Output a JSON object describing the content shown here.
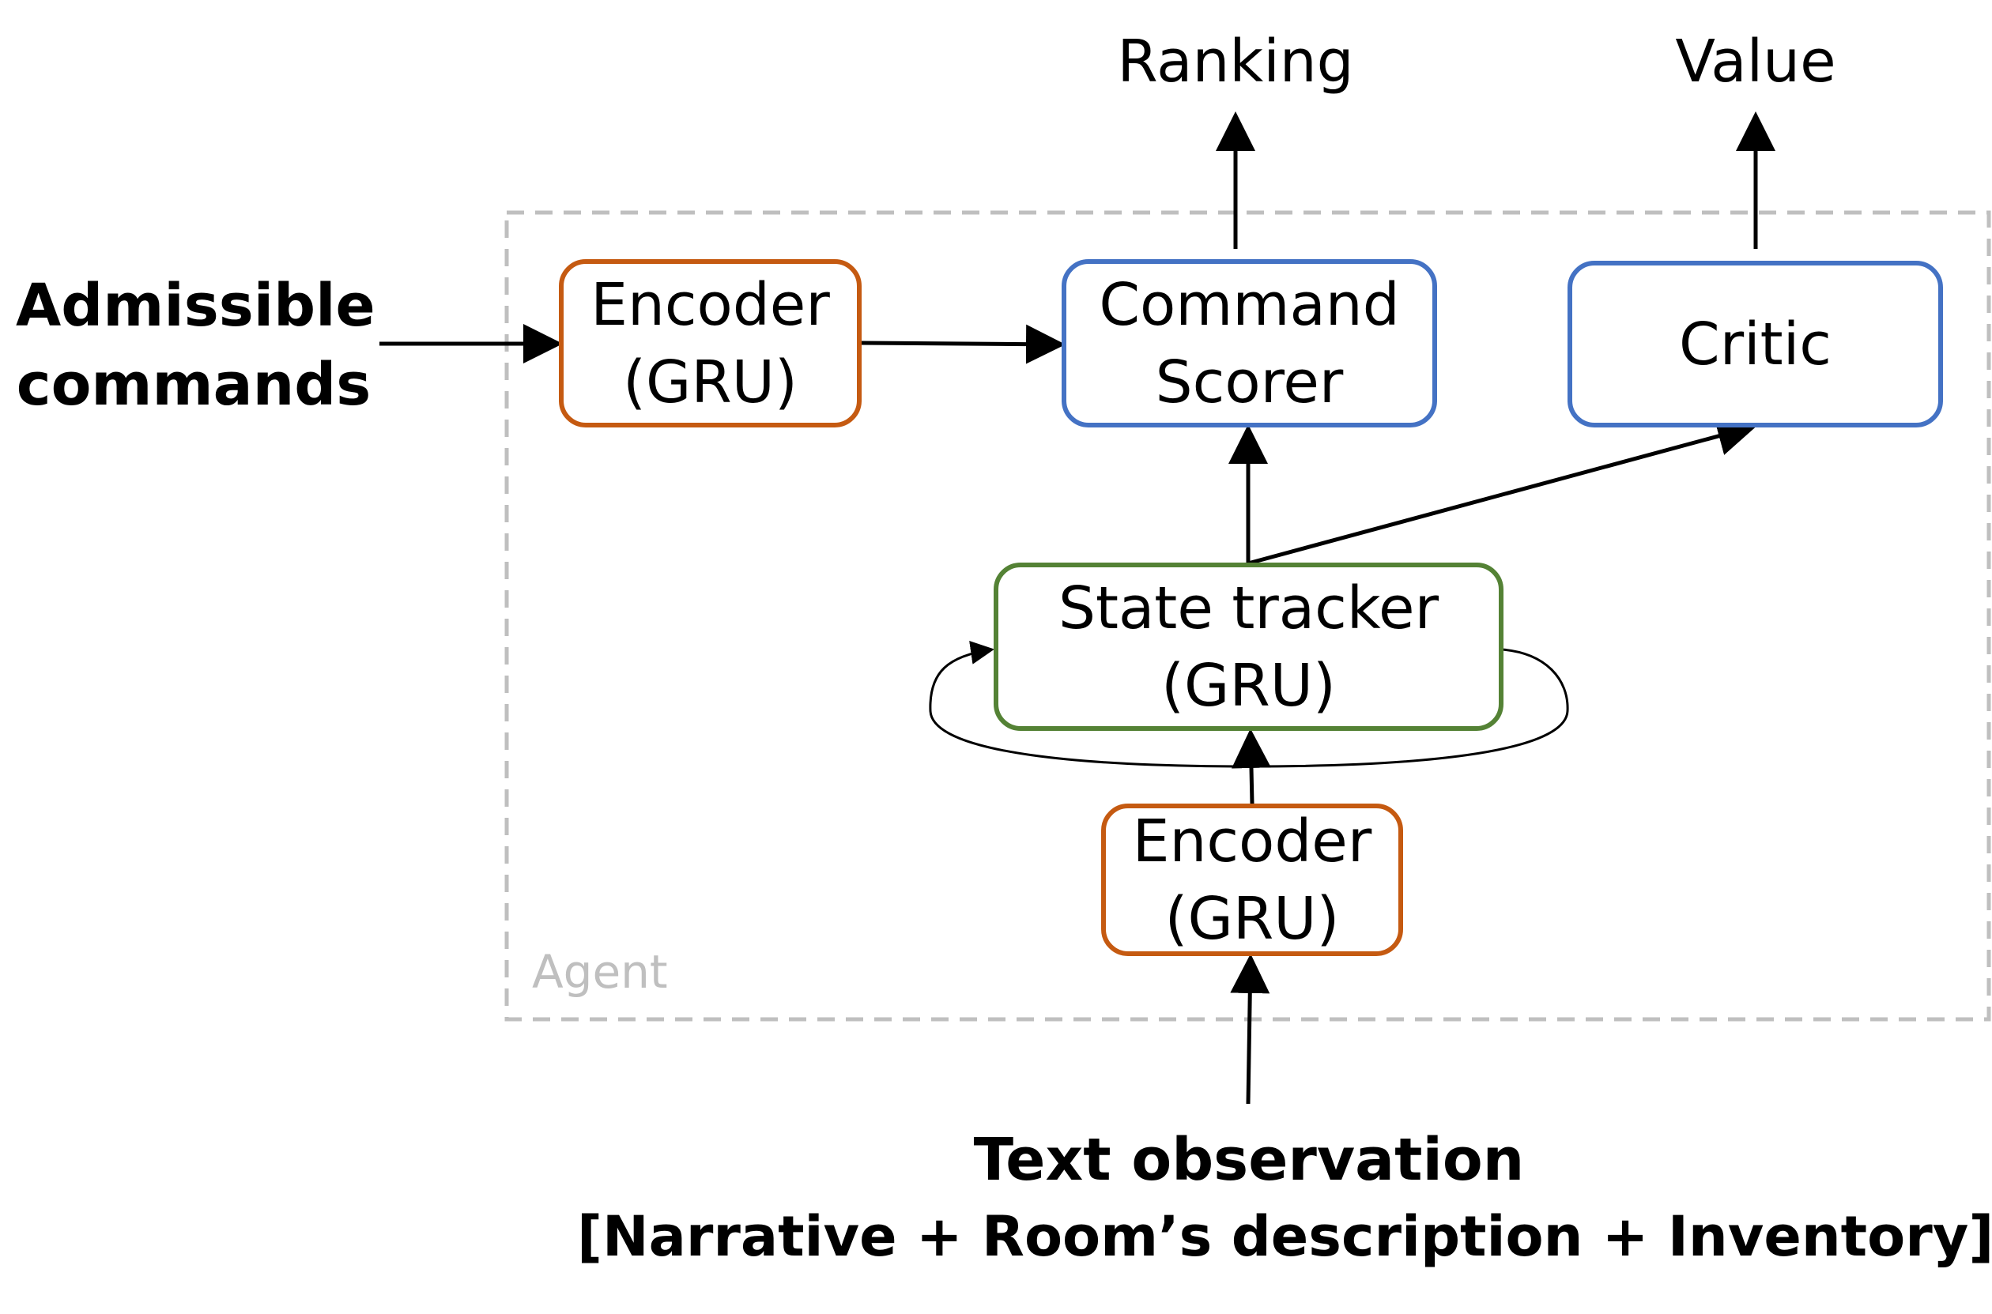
{
  "colors": {
    "encoder_border": "#c55a11",
    "scorer_critic_border": "#4472c4",
    "state_tracker_border": "#548235",
    "agent_border": "#bfbfbf",
    "agent_label": "#bfbfbf",
    "arrow": "#000000"
  },
  "outputs": {
    "ranking": "Ranking",
    "value": "Value"
  },
  "input_commands": {
    "line1": "Admissible",
    "line2": "commands"
  },
  "agent": {
    "label": "Agent"
  },
  "boxes": {
    "encoder_top": {
      "line1": "Encoder",
      "line2": "(GRU)"
    },
    "command_scorer": {
      "line1": "Command",
      "line2": "Scorer"
    },
    "critic": {
      "line1": "Critic"
    },
    "state_tracker": {
      "line1": "State tracker",
      "line2": "(GRU)"
    },
    "encoder_bottom": {
      "line1": "Encoder",
      "line2": "(GRU)"
    }
  },
  "input_observation": {
    "line1": "Text observation",
    "line2": "[Narrative + Room’s description + Inventory]"
  }
}
